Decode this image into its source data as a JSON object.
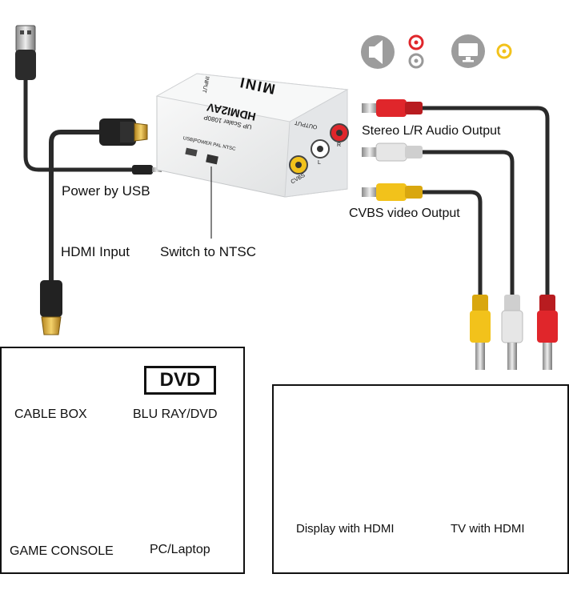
{
  "adapter": {
    "brand": "MINI",
    "model": "HDMI2AV",
    "subtitle": "UP Scaler 1080P",
    "port_input": "INPUT",
    "port_output": "OUTPUT",
    "switch_text": "USB|POWER  PAL  NTSC",
    "jack_cvbs": "CVBS",
    "jack_l": "L",
    "jack_r": "R"
  },
  "labels": {
    "power": "Power by USB",
    "hdmi_input": "HDMI Input",
    "switch": "Switch to NTSC",
    "audio_out": "Stereo L/R Audio Output",
    "video_out": "CVBS video Output"
  },
  "sources": {
    "cable_box": "CABLE BOX",
    "dvd_logo": "DVD",
    "dvd": "BLU RAY/DVD",
    "game": "GAME CONSOLE",
    "pc": "PC/Laptop"
  },
  "outputs": {
    "display": "Display with HDMI",
    "tv": "TV with HDMI"
  },
  "colors": {
    "red": "#e0262b",
    "white": "#e6e6e6",
    "yellow": "#f2c21b",
    "cable": "#2a2a2a",
    "adapter": "#f1f2f3"
  },
  "icons": [
    "speaker-icon",
    "audio-rca-icon",
    "monitor-icon",
    "video-rca-icon"
  ]
}
